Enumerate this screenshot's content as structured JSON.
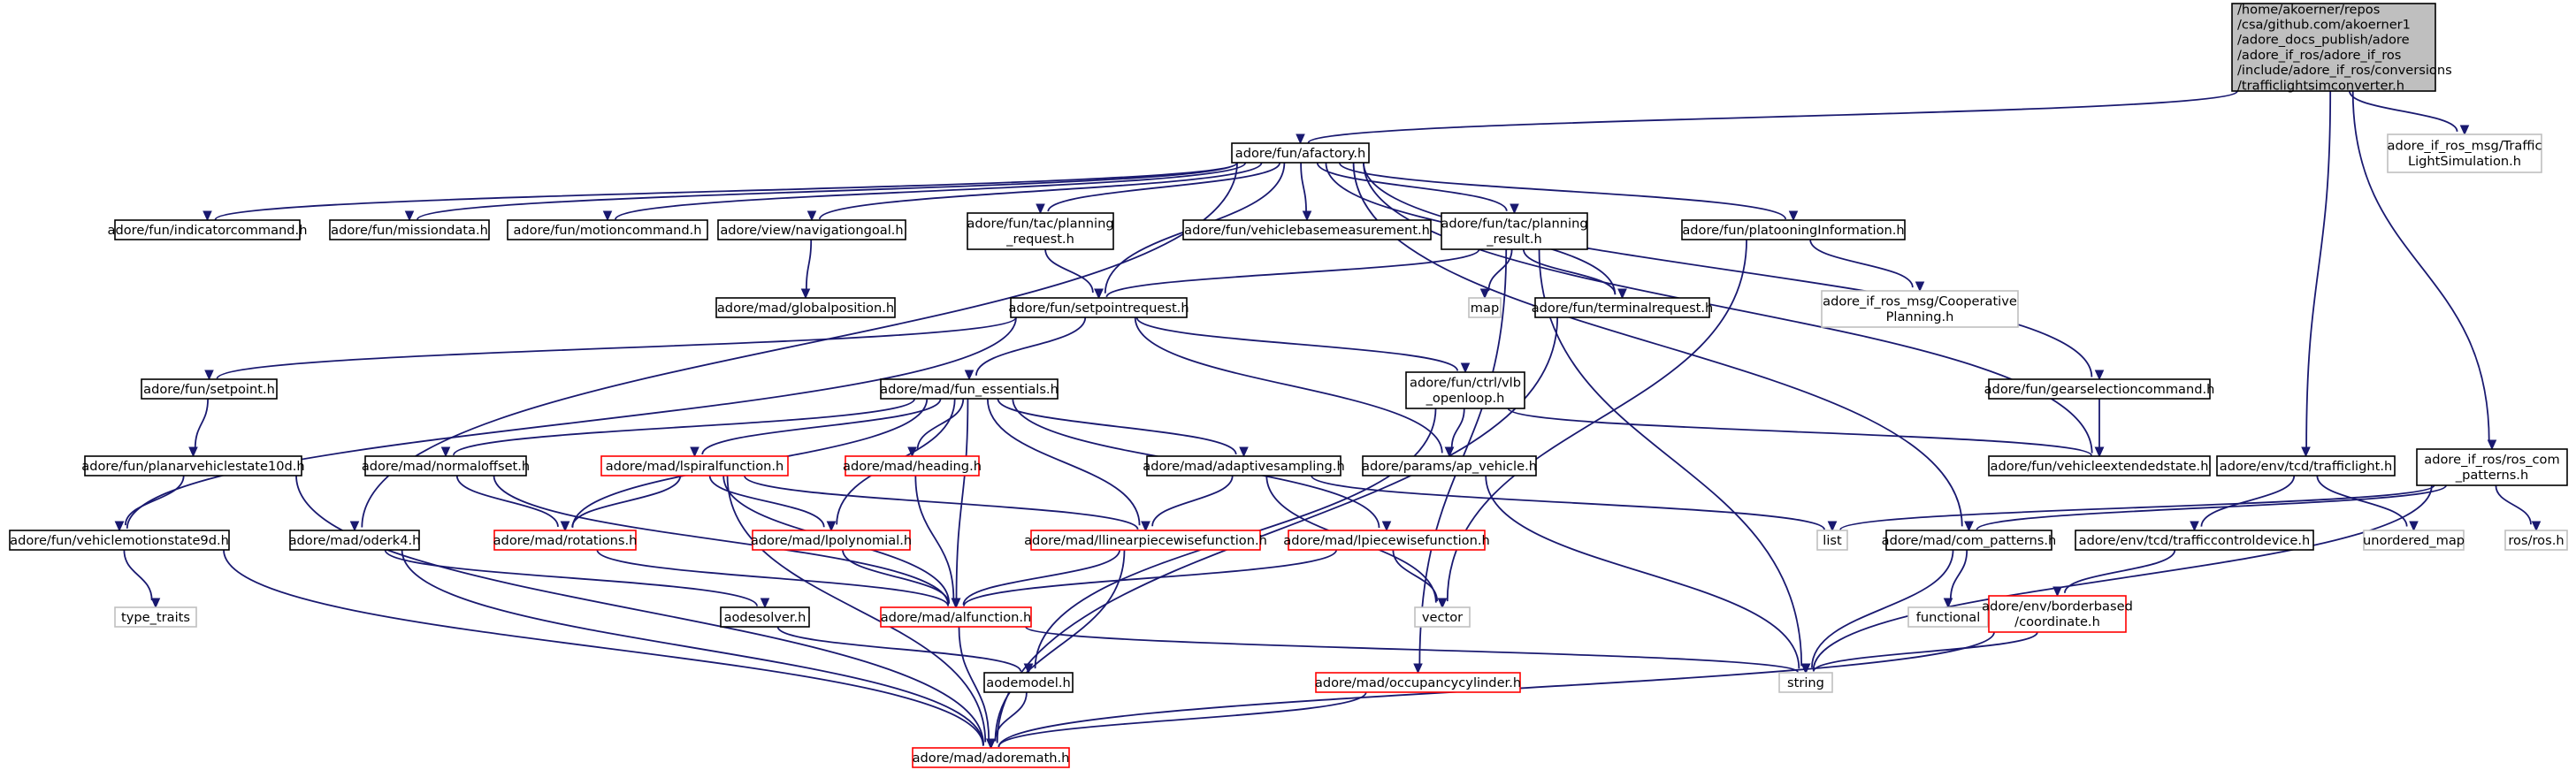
{
  "diagram": {
    "title": "",
    "colors": {
      "edge": "#191970",
      "root_fill": "#bfbfbf",
      "node_border": "#000000",
      "missing_border": "#ff0000",
      "system_border": "#bfbfbf"
    },
    "nodes": [
      {
        "id": "root",
        "kind": "root",
        "lines": [
          "/home/akoerner/repos",
          "/csa/github.com/akoerner1",
          "/adore_docs_publish/adore",
          "/adore_if_ros/adore_if_ros",
          "/include/adore_if_ros/conversions",
          "/trafficlightsimconverter.h"
        ]
      },
      {
        "id": "afactory",
        "kind": "normal",
        "lines": [
          "adore/fun/afactory.h"
        ]
      },
      {
        "id": "trafficlightsim",
        "kind": "system",
        "lines": [
          "adore_if_ros_msg/Traffic",
          "LightSimulation.h"
        ]
      },
      {
        "id": "indicator",
        "kind": "normal",
        "lines": [
          "adore/fun/indicatorcommand.h"
        ]
      },
      {
        "id": "missiondata",
        "kind": "normal",
        "lines": [
          "adore/fun/missiondata.h"
        ]
      },
      {
        "id": "motioncommand",
        "kind": "normal",
        "lines": [
          "adore/fun/motioncommand.h"
        ]
      },
      {
        "id": "navgoal",
        "kind": "normal",
        "lines": [
          "adore/view/navigationgoal.h"
        ]
      },
      {
        "id": "planreq",
        "kind": "normal",
        "lines": [
          "adore/fun/tac/planning",
          "_request.h"
        ]
      },
      {
        "id": "vehbase",
        "kind": "normal",
        "lines": [
          "adore/fun/vehiclebasemeasurement.h"
        ]
      },
      {
        "id": "planres",
        "kind": "normal",
        "lines": [
          "adore/fun/tac/planning",
          "_result.h"
        ]
      },
      {
        "id": "platoon",
        "kind": "normal",
        "lines": [
          "adore/fun/platooningInformation.h"
        ]
      },
      {
        "id": "globalpos",
        "kind": "normal",
        "lines": [
          "adore/mad/globalposition.h"
        ]
      },
      {
        "id": "setpointreq",
        "kind": "normal",
        "lines": [
          "adore/fun/setpointrequest.h"
        ]
      },
      {
        "id": "map",
        "kind": "system",
        "lines": [
          "map"
        ]
      },
      {
        "id": "terminalreq",
        "kind": "normal",
        "lines": [
          "adore/fun/terminalrequest.h"
        ]
      },
      {
        "id": "coopplan",
        "kind": "system",
        "lines": [
          "adore_if_ros_msg/Cooperative",
          "Planning.h"
        ]
      },
      {
        "id": "setpoint",
        "kind": "normal",
        "lines": [
          "adore/fun/setpoint.h"
        ]
      },
      {
        "id": "funess",
        "kind": "normal",
        "lines": [
          "adore/mad/fun_essentials.h"
        ]
      },
      {
        "id": "ctrlvlb",
        "kind": "normal",
        "lines": [
          "adore/fun/ctrl/vlb",
          "_openloop.h"
        ]
      },
      {
        "id": "gearsel",
        "kind": "normal",
        "lines": [
          "adore/fun/gearselectioncommand.h"
        ]
      },
      {
        "id": "planar",
        "kind": "normal",
        "lines": [
          "adore/fun/planarvehiclestate10d.h"
        ]
      },
      {
        "id": "normaloffset",
        "kind": "normal",
        "lines": [
          "adore/mad/normaloffset.h"
        ]
      },
      {
        "id": "lspiral",
        "kind": "missing",
        "lines": [
          "adore/mad/lspiralfunction.h"
        ]
      },
      {
        "id": "heading",
        "kind": "missing",
        "lines": [
          "adore/mad/heading.h"
        ]
      },
      {
        "id": "adaptive",
        "kind": "normal",
        "lines": [
          "adore/mad/adaptivesampling.h"
        ]
      },
      {
        "id": "apvehicle",
        "kind": "normal",
        "lines": [
          "adore/params/ap_vehicle.h"
        ]
      },
      {
        "id": "vehext",
        "kind": "normal",
        "lines": [
          "adore/fun/vehicleextendedstate.h"
        ]
      },
      {
        "id": "trafficlight",
        "kind": "normal",
        "lines": [
          "adore/env/tcd/trafficlight.h"
        ]
      },
      {
        "id": "roscom",
        "kind": "normal",
        "lines": [
          "adore_if_ros/ros_com",
          "_patterns.h"
        ]
      },
      {
        "id": "vms9d",
        "kind": "normal",
        "lines": [
          "adore/fun/vehiclemotionstate9d.h"
        ]
      },
      {
        "id": "oderk4",
        "kind": "normal",
        "lines": [
          "adore/mad/oderk4.h"
        ]
      },
      {
        "id": "rotations",
        "kind": "missing",
        "lines": [
          "adore/mad/rotations.h"
        ]
      },
      {
        "id": "lpoly",
        "kind": "missing",
        "lines": [
          "adore/mad/lpolynomial.h"
        ]
      },
      {
        "id": "llinpw",
        "kind": "missing",
        "lines": [
          "adore/mad/llinearpiecewisefunction.h"
        ]
      },
      {
        "id": "lpw",
        "kind": "missing",
        "lines": [
          "adore/mad/lpiecewisefunction.h"
        ]
      },
      {
        "id": "list",
        "kind": "system",
        "lines": [
          "list"
        ]
      },
      {
        "id": "madcom",
        "kind": "normal",
        "lines": [
          "adore/mad/com_patterns.h"
        ]
      },
      {
        "id": "tcd",
        "kind": "normal",
        "lines": [
          "adore/env/tcd/trafficcontroldevice.h"
        ]
      },
      {
        "id": "umap",
        "kind": "system",
        "lines": [
          "unordered_map"
        ]
      },
      {
        "id": "rosh",
        "kind": "system",
        "lines": [
          "ros/ros.h"
        ]
      },
      {
        "id": "typetraits",
        "kind": "system",
        "lines": [
          "type_traits"
        ]
      },
      {
        "id": "aodesolver",
        "kind": "normal",
        "lines": [
          "aodesolver.h"
        ]
      },
      {
        "id": "alfunction",
        "kind": "missing",
        "lines": [
          "adore/mad/alfunction.h"
        ]
      },
      {
        "id": "vector",
        "kind": "system",
        "lines": [
          "vector"
        ]
      },
      {
        "id": "functional",
        "kind": "system",
        "lines": [
          "functional"
        ]
      },
      {
        "id": "coordinate",
        "kind": "missing",
        "lines": [
          "adore/env/borderbased",
          "/coordinate.h"
        ]
      },
      {
        "id": "aodemodel",
        "kind": "normal",
        "lines": [
          "aodemodel.h"
        ]
      },
      {
        "id": "occupancy",
        "kind": "missing",
        "lines": [
          "adore/mad/occupancycylinder.h"
        ]
      },
      {
        "id": "string",
        "kind": "system",
        "lines": [
          "string"
        ]
      },
      {
        "id": "adoremath",
        "kind": "missing",
        "lines": [
          "adore/mad/adoremath.h"
        ]
      }
    ],
    "edges": [
      [
        "root",
        "afactory"
      ],
      [
        "root",
        "trafficlightsim"
      ],
      [
        "root",
        "trafficlight"
      ],
      [
        "root",
        "roscom"
      ],
      [
        "afactory",
        "indicator"
      ],
      [
        "afactory",
        "missiondata"
      ],
      [
        "afactory",
        "motioncommand"
      ],
      [
        "afactory",
        "navgoal"
      ],
      [
        "afactory",
        "planreq"
      ],
      [
        "afactory",
        "vehbase"
      ],
      [
        "afactory",
        "planres"
      ],
      [
        "afactory",
        "platoon"
      ],
      [
        "afactory",
        "setpointreq"
      ],
      [
        "afactory",
        "terminalreq"
      ],
      [
        "afactory",
        "gearsel"
      ],
      [
        "afactory",
        "vehext"
      ],
      [
        "afactory",
        "madcom"
      ],
      [
        "afactory",
        "oderk4"
      ],
      [
        "navgoal",
        "globalpos"
      ],
      [
        "planreq",
        "setpointreq"
      ],
      [
        "planres",
        "setpointreq"
      ],
      [
        "planres",
        "map"
      ],
      [
        "planres",
        "terminalreq"
      ],
      [
        "planres",
        "string"
      ],
      [
        "planres",
        "occupancy"
      ],
      [
        "platoon",
        "coopplan"
      ],
      [
        "platoon",
        "vector"
      ],
      [
        "terminalreq",
        "adoremath"
      ],
      [
        "setpointreq",
        "setpoint"
      ],
      [
        "setpointreq",
        "funess"
      ],
      [
        "setpointreq",
        "ctrlvlb"
      ],
      [
        "setpointreq",
        "apvehicle"
      ],
      [
        "setpointreq",
        "vms9d"
      ],
      [
        "setpoint",
        "planar"
      ],
      [
        "planar",
        "vms9d"
      ],
      [
        "planar",
        "adoremath"
      ],
      [
        "funess",
        "normaloffset"
      ],
      [
        "funess",
        "lspiral"
      ],
      [
        "funess",
        "heading"
      ],
      [
        "funess",
        "adaptive"
      ],
      [
        "funess",
        "rotations"
      ],
      [
        "funess",
        "lpoly"
      ],
      [
        "funess",
        "llinpw"
      ],
      [
        "funess",
        "lpw"
      ],
      [
        "funess",
        "alfunction"
      ],
      [
        "ctrlvlb",
        "apvehicle"
      ],
      [
        "ctrlvlb",
        "vehext"
      ],
      [
        "ctrlvlb",
        "aodemodel"
      ],
      [
        "gearsel",
        "vehext"
      ],
      [
        "normaloffset",
        "rotations"
      ],
      [
        "normaloffset",
        "alfunction"
      ],
      [
        "lspiral",
        "rotations"
      ],
      [
        "lspiral",
        "lpoly"
      ],
      [
        "lspiral",
        "llinpw"
      ],
      [
        "lspiral",
        "alfunction"
      ],
      [
        "lspiral",
        "adoremath"
      ],
      [
        "heading",
        "alfunction"
      ],
      [
        "adaptive",
        "llinpw"
      ],
      [
        "adaptive",
        "list"
      ],
      [
        "adaptive",
        "vector"
      ],
      [
        "apvehicle",
        "string"
      ],
      [
        "trafficlight",
        "tcd"
      ],
      [
        "trafficlight",
        "umap"
      ],
      [
        "roscom",
        "list"
      ],
      [
        "roscom",
        "madcom"
      ],
      [
        "roscom",
        "rosh"
      ],
      [
        "roscom",
        "string"
      ],
      [
        "vms9d",
        "typetraits"
      ],
      [
        "vms9d",
        "adoremath"
      ],
      [
        "oderk4",
        "aodesolver"
      ],
      [
        "oderk4",
        "adoremath"
      ],
      [
        "rotations",
        "alfunction"
      ],
      [
        "lpoly",
        "alfunction"
      ],
      [
        "llinpw",
        "alfunction"
      ],
      [
        "llinpw",
        "adoremath"
      ],
      [
        "lpw",
        "vector"
      ],
      [
        "lpw",
        "alfunction"
      ],
      [
        "madcom",
        "functional"
      ],
      [
        "madcom",
        "string"
      ],
      [
        "tcd",
        "coordinate"
      ],
      [
        "aodesolver",
        "aodemodel"
      ],
      [
        "alfunction",
        "adoremath"
      ],
      [
        "alfunction",
        "string"
      ],
      [
        "coordinate",
        "string"
      ],
      [
        "coordinate",
        "adoremath"
      ],
      [
        "aodemodel",
        "adoremath"
      ],
      [
        "occupancy",
        "adoremath"
      ]
    ]
  }
}
